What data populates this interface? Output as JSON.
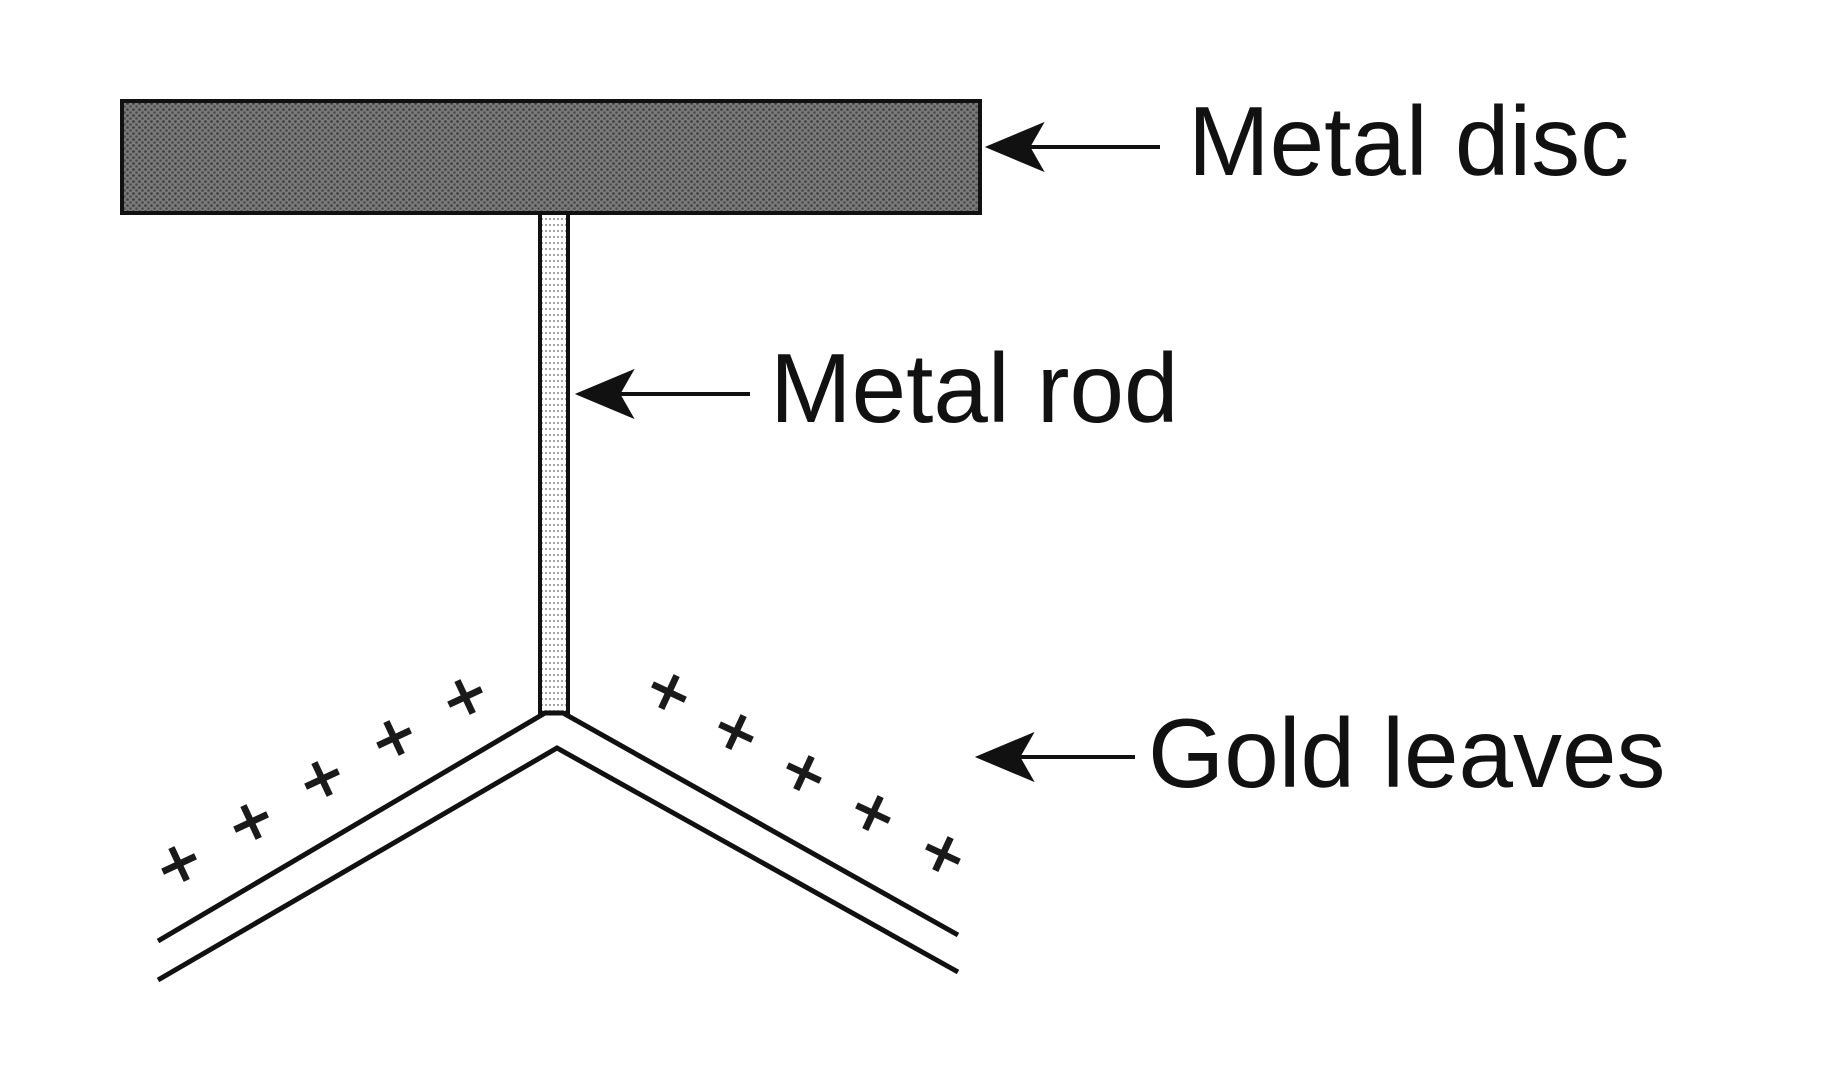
{
  "labels": {
    "metal_disc": "Metal disc",
    "metal_rod": "Metal rod",
    "gold_leaves": "Gold leaves"
  },
  "charge_symbol": "+",
  "colors": {
    "ink": "#111111",
    "disc_fill": "#6b6b6b",
    "background": "#ffffff"
  }
}
